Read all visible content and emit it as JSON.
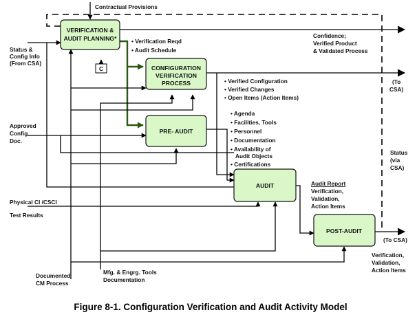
{
  "caption": "Figure 8-1. Configuration Verification and Audit Activity Model",
  "boxes": {
    "planning": [
      "VERIFICATION &",
      "AUDIT PLANNING*"
    ],
    "control": "C",
    "verification": [
      "CONFIGURATION",
      "VERIFICATION",
      "PROCESS"
    ],
    "preaudit": "PRE- AUDIT",
    "audit": "AUDIT",
    "postaudit": "POST-AUDIT"
  },
  "inputs": {
    "contractual": "Contractual Provisions",
    "status_config": [
      "Status &",
      "Config Info",
      "(From CSA)"
    ],
    "approved_config": [
      "Approved",
      "Config",
      "Doc."
    ],
    "physical_ci": "Physical CI /CSCI",
    "test_results": "Test Results",
    "documented_cm": [
      "Documented",
      "CM Process"
    ],
    "mfg_tools": [
      "Mfg. & Engrg. Tools",
      "Documentation"
    ]
  },
  "planning_outputs": [
    "• Verification Reqd",
    "• Audit Schedule"
  ],
  "verification_outputs": [
    "• Verified Configuration",
    "• Verified Changes",
    "• Open Items (Action Items)"
  ],
  "preaudit_outputs": [
    "• Agenda",
    "• Facilities, Tools",
    "• Personnel",
    "• Documentation",
    "• Availability of",
    "Audit Objects",
    "• Certifications"
  ],
  "outputs": {
    "confidence": [
      "Confidence;",
      "Verified Product",
      "& Validated Process"
    ],
    "to_csa_1": [
      "(To",
      "CSA)"
    ],
    "status_via": [
      "Status",
      "(via",
      "CSA)"
    ],
    "audit_report_title": "Audit Report",
    "audit_report_items": [
      "Verification,",
      "Validation,",
      "Action Items"
    ],
    "to_csa_2": "(To CSA)",
    "post_items": [
      "Verification,",
      "Validation,",
      "Action Items"
    ]
  }
}
